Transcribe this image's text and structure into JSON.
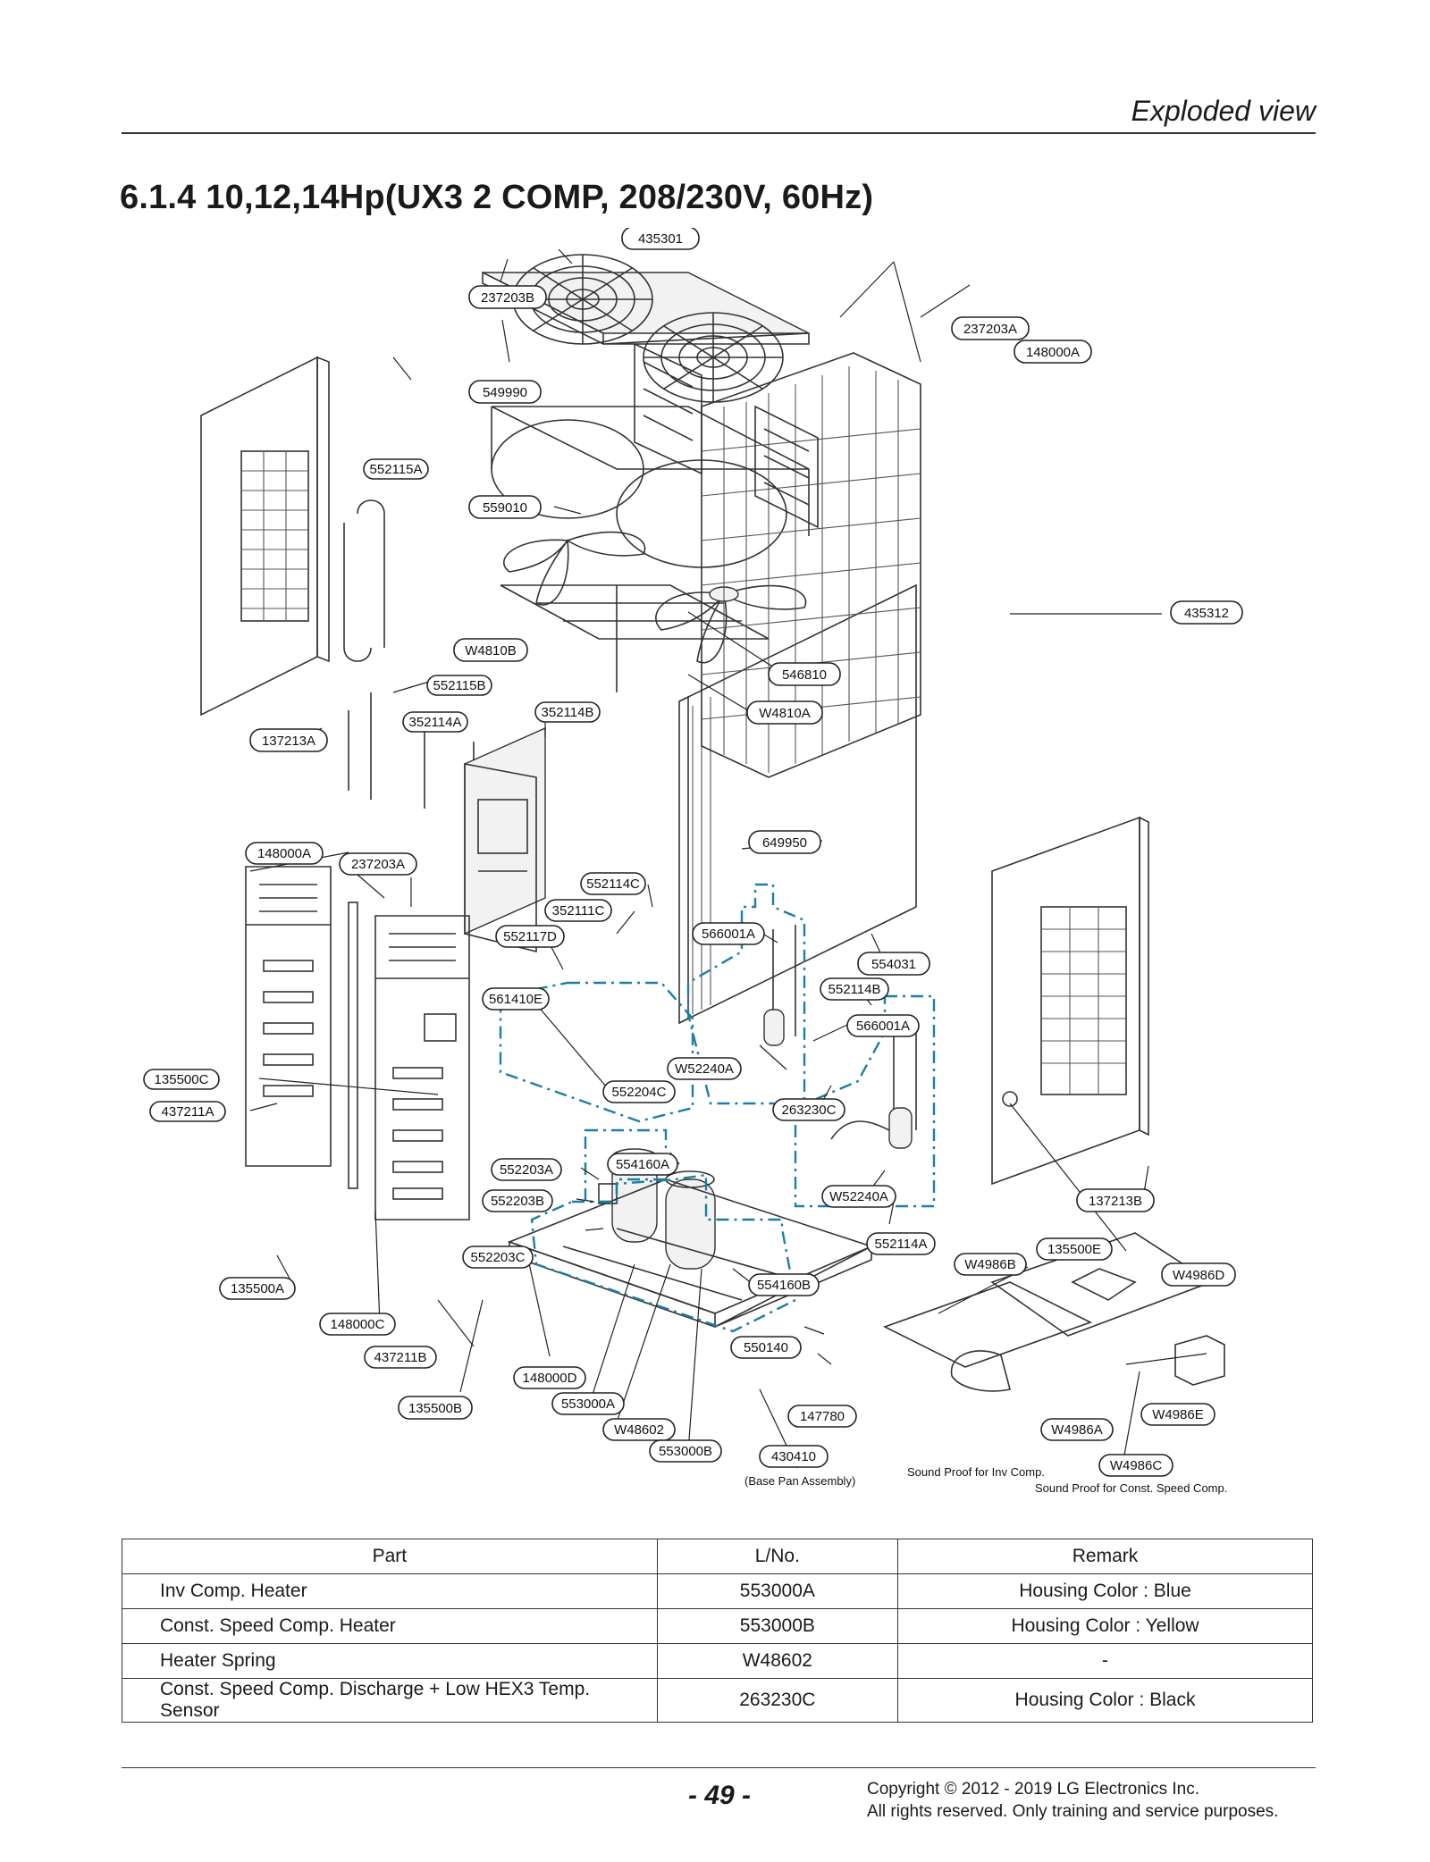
{
  "header": {
    "title": "Exploded view"
  },
  "section": {
    "title": "6.1.4  10,12,14Hp(UX3 2 COMP, 208/230V, 60Hz)"
  },
  "diagram": {
    "callouts": [
      "435301",
      "237203B",
      "237203A",
      "148000A",
      "549990",
      "552115A",
      "559010",
      "435312",
      "W4810B",
      "552115B",
      "546810",
      "352114A",
      "352114B",
      "W4810A",
      "137213A",
      "148000A",
      "649950",
      "237203A",
      "552114C",
      "352111C",
      "566001A",
      "552117D",
      "554031",
      "552114B",
      "561410E",
      "566001A",
      "135500C",
      "W52240A",
      "552204C",
      "263230C",
      "437211A",
      "552203A",
      "554160A",
      "W52240A",
      "137213B",
      "552203B",
      "552114A",
      "135500E",
      "552203C",
      "W4986B",
      "W4986D",
      "554160B",
      "135500A",
      "148000C",
      "550140",
      "437211B",
      "148000D",
      "147780",
      "W4986A",
      "W4986E",
      "135500B",
      "553000A",
      "W48602",
      "553000B",
      "430410",
      "W4986C"
    ],
    "notes": {
      "base_pan": "(Base Pan Assembly)",
      "sound_proof_inv": "Sound Proof for Inv Comp.",
      "sound_proof_const": "Sound Proof for Const. Speed Comp."
    }
  },
  "table": {
    "headers": [
      "Part",
      "L/No.",
      "Remark"
    ],
    "rows": [
      [
        "Inv Comp. Heater",
        "553000A",
        "Housing Color  : Blue"
      ],
      [
        "Const. Speed Comp. Heater",
        "553000B",
        "Housing Color  : Yellow"
      ],
      [
        "Heater Spring",
        "W48602",
        "-"
      ],
      [
        "Const. Speed Comp. Discharge + Low HEX3 Temp. Sensor",
        "263230C",
        "Housing Color  : Black"
      ]
    ]
  },
  "footer": {
    "page_number": "- 49 -",
    "copyright_line1": "Copyright © 2012 - 2019 LG Electronics Inc.",
    "copyright_line2": "All rights reserved. Only training and service purposes."
  },
  "colors": {
    "dash_outline": "#1d7fa0",
    "line": "#222222"
  }
}
